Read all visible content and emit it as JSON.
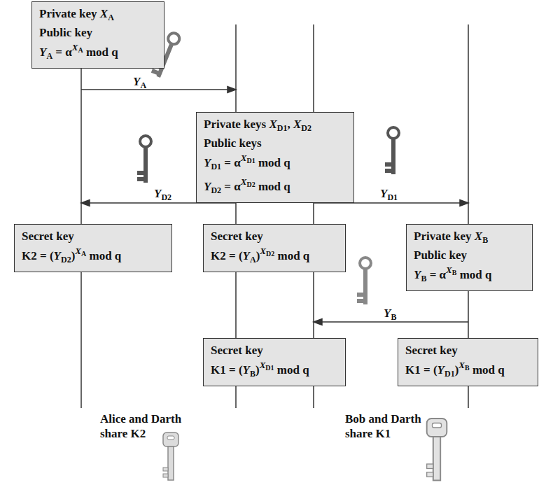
{
  "diagram": {
    "nodes": [
      {
        "text": [
          "Private key XA",
          "Public key",
          "YA = αXA mod q"
        ]
      },
      {
        "text": [
          "Private keys XD1, XD2",
          "Public keys",
          "YD1 = αXD1 mod q",
          "YD2 = αXD2 mod q"
        ]
      },
      {
        "text": [
          "Secret key",
          "K2 = (YD2)XA mod q"
        ]
      },
      {
        "text": [
          "Secret key",
          "K2 = (YA)XD2 mod q"
        ]
      },
      {
        "text": [
          "Private key XB",
          "Public key",
          "YB = αXB mod q"
        ]
      },
      {
        "text": [
          "Secret key",
          "K1 = (YB)XD1 mod q"
        ]
      },
      {
        "text": [
          "Secret key",
          "K1 = (YD1)XB mod q"
        ]
      }
    ],
    "labels": [
      "YA",
      "YD2",
      "YD1",
      "YB",
      "Alice and Darth share K2",
      "Bob and Darth share K1"
    ]
  }
}
